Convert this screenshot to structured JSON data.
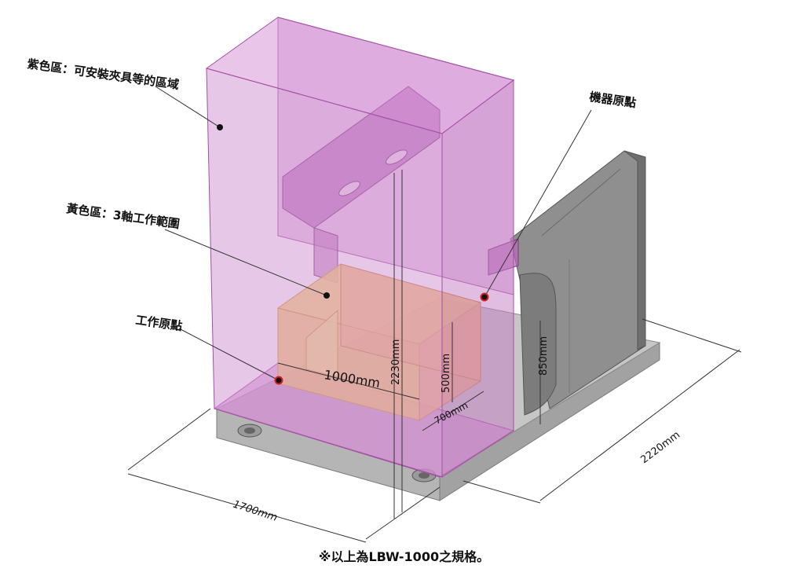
{
  "labels": {
    "purple_zone": "紫色區：可安裝夾具等的區域",
    "yellow_zone": "黃色區：3軸工作範圍",
    "work_origin": "工作原點",
    "machine_origin": "機器原點"
  },
  "dimensions": {
    "x_travel": "1000mm",
    "y_travel": "700mm",
    "z_travel": "500mm",
    "purple_height": "2230mm",
    "table_height": "850mm",
    "machine_width": "1700mm",
    "machine_depth": "2220mm"
  },
  "footnote": "※以上為LBW-1000之規格。",
  "colors": {
    "purple_fill": "#cf85cf",
    "yellow_fill": "#f5d36a",
    "orange_fill": "#f2b27f",
    "machine_gray": "#8c8c8c",
    "origin_dot": "#d42020"
  }
}
